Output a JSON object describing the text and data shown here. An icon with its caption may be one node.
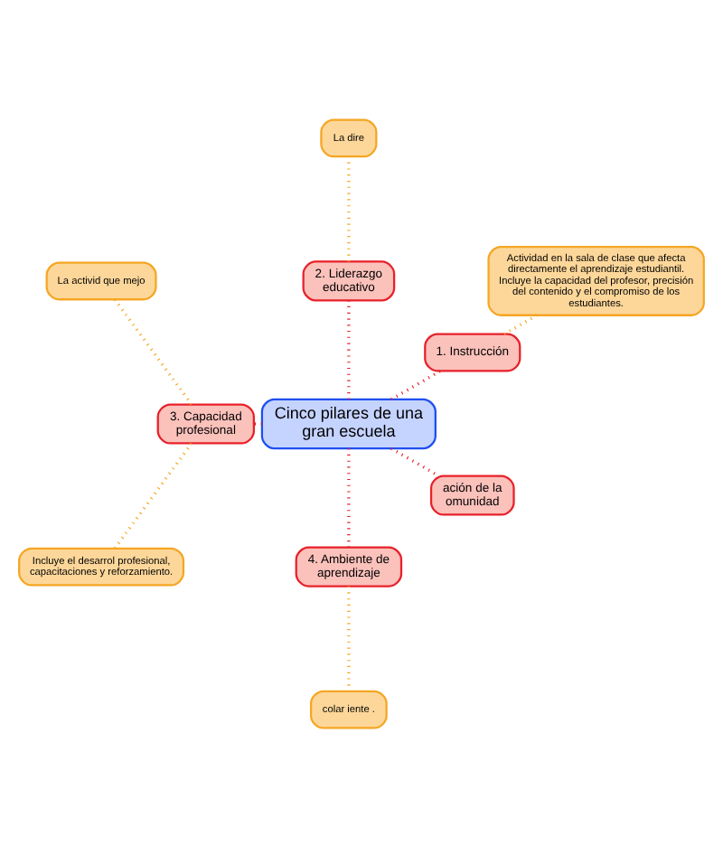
{
  "diagram": {
    "nodes": [
      {
        "text": [
          "Cinco pilares de una gran escuela"
        ]
      },
      {
        "text": [
          "1. Instrucción"
        ]
      },
      {
        "text": [
          "Actividad en la sala de clase que afecta directamente el aprendizaje estudiantil. Incluye la capacidad del profesor, precisión del contenido y el compromiso de los estudiantes."
        ]
      },
      {
        "text": [
          "2. Liderazgo educativo"
        ]
      },
      {
        "text": [
          "La dire"
        ]
      },
      {
        "text": [
          "3. Capacidad profesional"
        ]
      },
      {
        "text": [
          "La activid que mejo"
        ]
      },
      {
        "text": [
          "Incluye el desarrol profesional, capacitaciones y reforzamiento."
        ]
      },
      {
        "text": [
          "4. Ambiente de aprendizaje"
        ]
      },
      {
        "text": [
          "colar iente ."
        ]
      },
      {
        "text": [
          "ación de la omunidad"
        ]
      }
    ],
    "edges": [
      {
        "from": 0,
        "to": 1,
        "arrow": "none",
        "color": "#e8202a"
      },
      {
        "from": 1,
        "to": 2,
        "arrow": "none",
        "color": "#f5a623"
      },
      {
        "from": 0,
        "to": 3,
        "arrow": "none",
        "color": "#e8202a"
      },
      {
        "from": 3,
        "to": 4,
        "arrow": "none",
        "color": "#f5a623"
      },
      {
        "from": 0,
        "to": 5,
        "arrow": "none",
        "color": "#e8202a"
      },
      {
        "from": 5,
        "to": 6,
        "arrow": "none",
        "color": "#f5a623"
      },
      {
        "from": 5,
        "to": 7,
        "arrow": "none",
        "color": "#f5a623"
      },
      {
        "from": 0,
        "to": 8,
        "arrow": "none",
        "color": "#e8202a"
      },
      {
        "from": 8,
        "to": 9,
        "arrow": "none",
        "color": "#f5a623"
      },
      {
        "from": 0,
        "to": 10,
        "arrow": "none",
        "color": "#e8202a"
      }
    ]
  }
}
